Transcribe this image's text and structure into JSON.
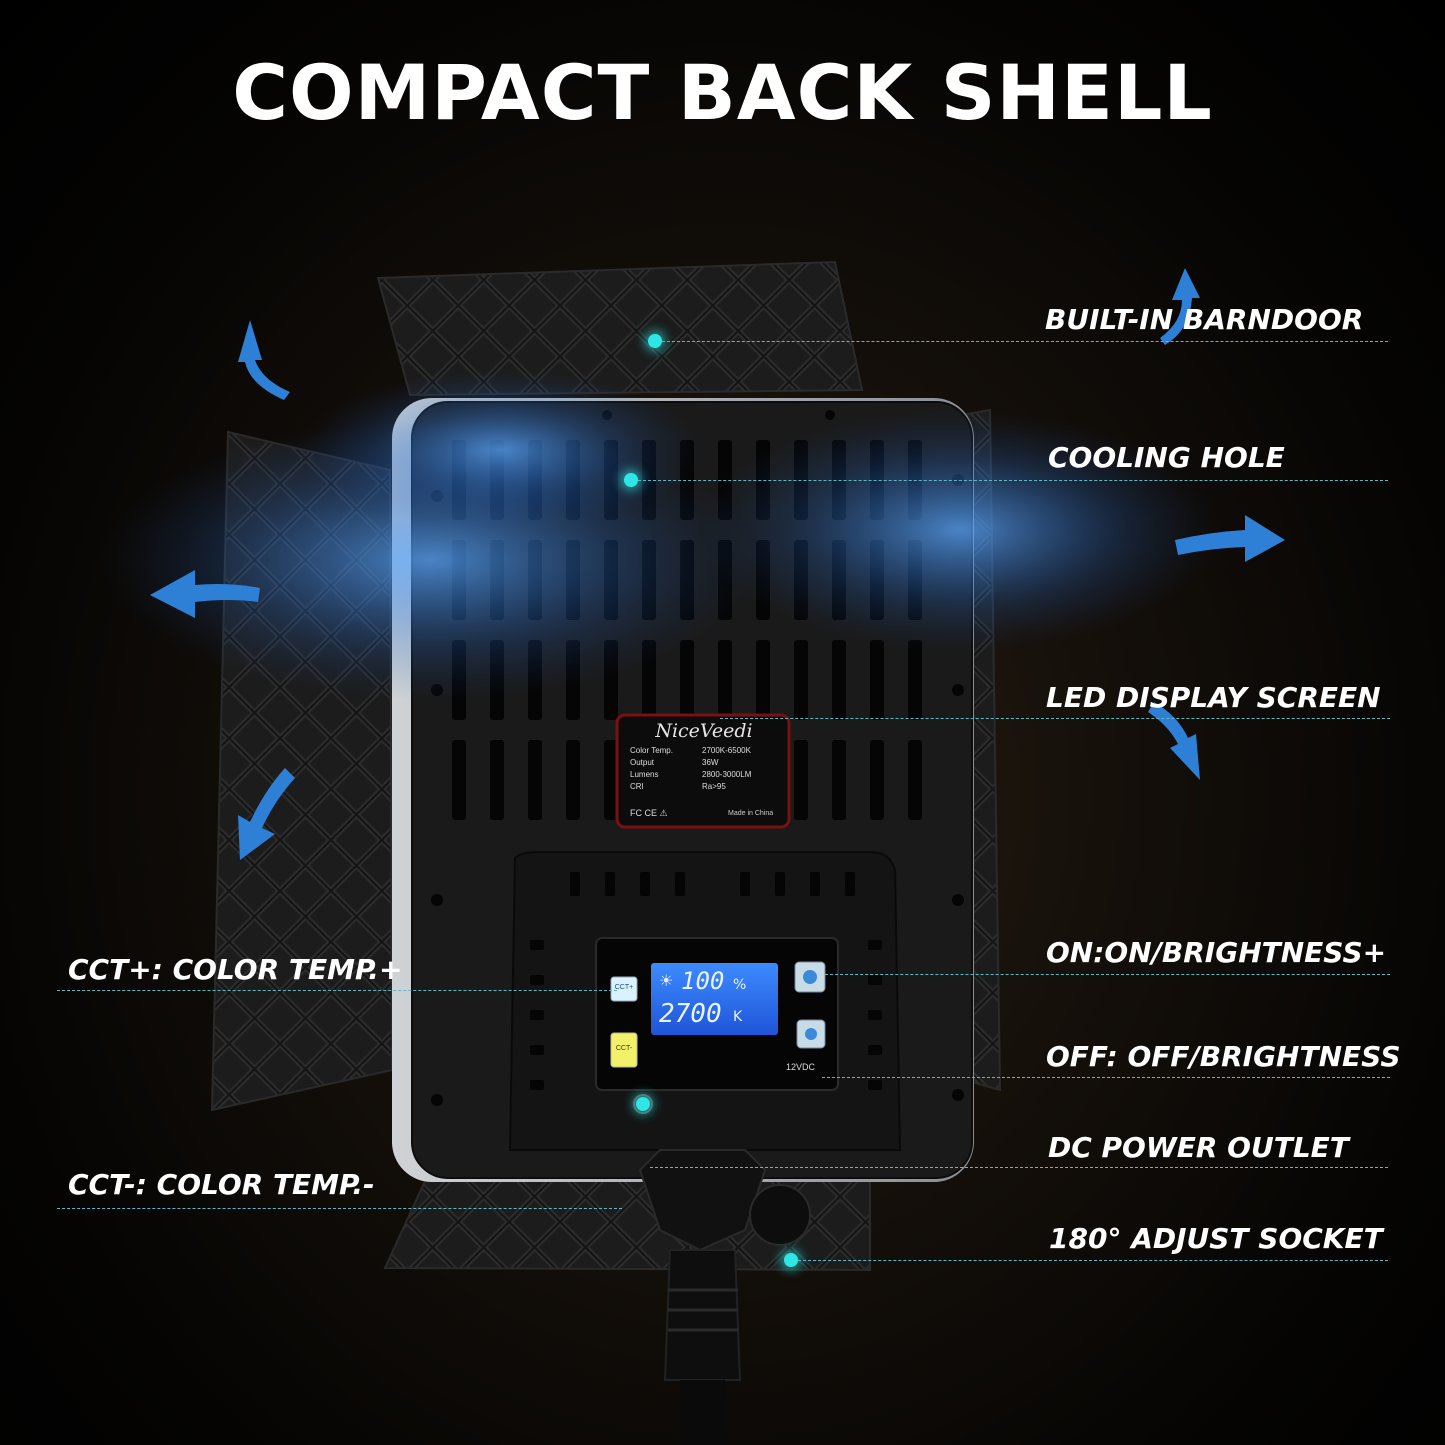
{
  "headline": "COMPACT BACK SHELL",
  "callouts": {
    "barndoor": "BUILT-IN BARNDOOR",
    "cooling": "COOLING HOLE",
    "display": "LED DISPLAY SCREEN",
    "on_button": "ON:ON/BRIGHTNESS+",
    "off_button": "OFF: OFF/BRIGHTNESS",
    "dc_outlet": "DC POWER OUTLET",
    "socket": "180° ADJUST SOCKET",
    "cct_plus": "CCT+: COLOR TEMP.+",
    "cct_minus": "CCT-: COLOR TEMP.-"
  },
  "spec_label": {
    "brand": "NiceVeedi",
    "rows": [
      {
        "key": "Color Temp.",
        "value": "2700K-6500K"
      },
      {
        "key": "Output",
        "value": "36W"
      },
      {
        "key": "Lumens",
        "value": "2800-3000LM"
      },
      {
        "key": "CRI",
        "value": "Ra>95"
      }
    ],
    "marks": "FC  CE  ⚠",
    "origin": "Made in China"
  },
  "lcd": {
    "brightness": "100",
    "brightness_unit": "%",
    "temperature": "2700",
    "temperature_unit": "K"
  },
  "buttons": {
    "cct_plus": "CCT+",
    "cct_minus": "CCT-"
  },
  "dc_label": "12VDC",
  "colors": {
    "accent_dot": "#2ee6e6",
    "airflow_blue": "#2e7fd6",
    "lcd_blue": "#2a6df0"
  }
}
